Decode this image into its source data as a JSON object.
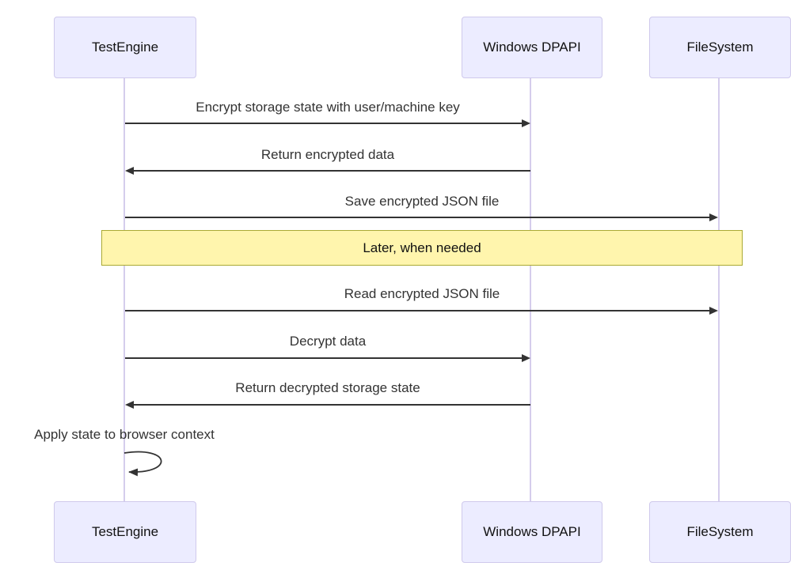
{
  "diagram": {
    "type": "sequence",
    "actors": [
      {
        "id": "testengine",
        "label": "TestEngine"
      },
      {
        "id": "windows-dpapi",
        "label": "Windows DPAPI"
      },
      {
        "id": "filesystem",
        "label": "FileSystem"
      }
    ],
    "messages": [
      {
        "from": "TestEngine",
        "to": "Windows DPAPI",
        "direction": "right",
        "text": "Encrypt storage state with user/machine key"
      },
      {
        "from": "Windows DPAPI",
        "to": "TestEngine",
        "direction": "left",
        "text": "Return encrypted data"
      },
      {
        "from": "TestEngine",
        "to": "FileSystem",
        "direction": "right",
        "text": "Save encrypted JSON file"
      },
      {
        "from": "TestEngine",
        "to": "FileSystem",
        "direction": "right",
        "text": "Read encrypted JSON file"
      },
      {
        "from": "TestEngine",
        "to": "Windows DPAPI",
        "direction": "right",
        "text": "Decrypt data"
      },
      {
        "from": "Windows DPAPI",
        "to": "TestEngine",
        "direction": "left",
        "text": "Return decrypted storage state"
      },
      {
        "from": "TestEngine",
        "to": "TestEngine",
        "direction": "self",
        "text": "Apply state to browser context"
      }
    ],
    "note": {
      "position": "over all actors",
      "text": "Later, when needed"
    },
    "colors": {
      "actor_fill": "#ECECFF",
      "actor_border": "#CFC9EC",
      "lifeline": "#D5CDEC",
      "note_fill": "#FFF5AD",
      "note_border": "#AAAA33",
      "arrow": "#333333",
      "message_text": "#333333"
    }
  }
}
